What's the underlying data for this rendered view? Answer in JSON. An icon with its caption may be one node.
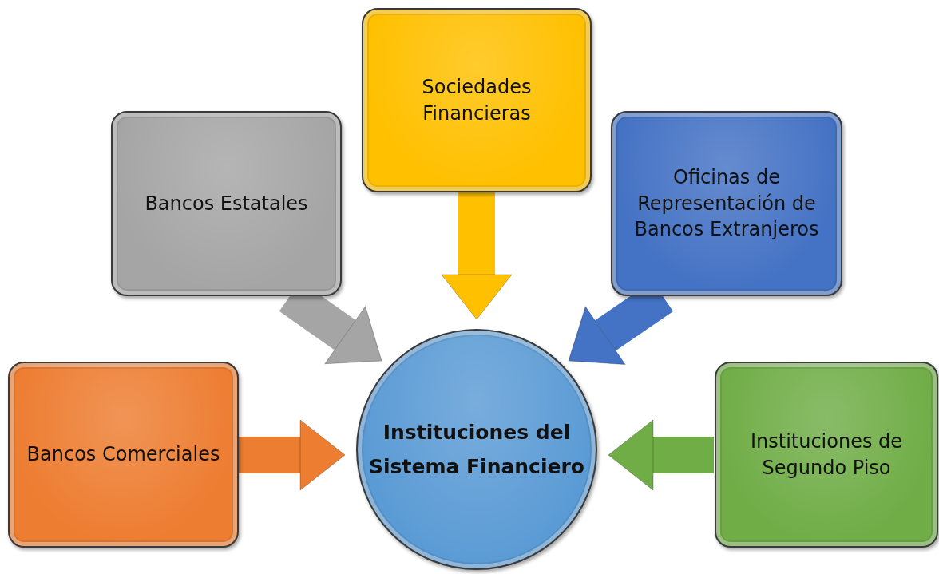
{
  "diagram": {
    "nodes": [
      {
        "text": [
          "Sociedades Financieras"
        ]
      },
      {
        "text": [
          "Bancos Estatales"
        ]
      },
      {
        "text": [
          "Oficinas de Representación de Bancos Extranjeros"
        ]
      },
      {
        "text": [
          "Bancos Comerciales"
        ]
      },
      {
        "text": [
          "Instituciones del",
          "Sistema Financiero"
        ]
      },
      {
        "text": [
          "Instituciones de Segundo Piso"
        ]
      }
    ],
    "edges": [
      {
        "from": 0,
        "to": 4,
        "arrow": "to",
        "color": "#ffc000"
      },
      {
        "from": 1,
        "to": 4,
        "arrow": "to",
        "color": "#a5a5a5"
      },
      {
        "from": 2,
        "to": 4,
        "arrow": "to",
        "color": "#4472c4"
      },
      {
        "from": 3,
        "to": 4,
        "arrow": "to",
        "color": "#ed7d31"
      },
      {
        "from": 5,
        "to": 4,
        "arrow": "to",
        "color": "#70ad47"
      }
    ]
  }
}
